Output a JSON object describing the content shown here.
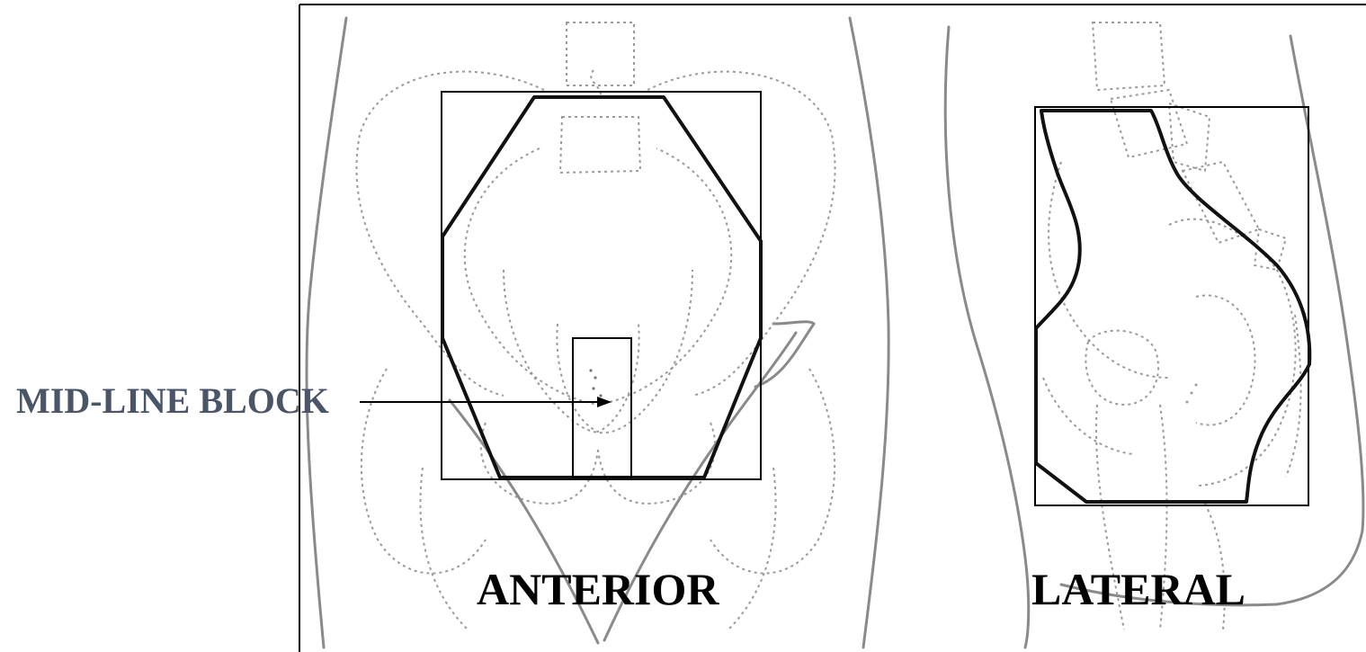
{
  "labels": {
    "midline_block": "MID-LINE BLOCK",
    "anterior": "ANTERIOR",
    "lateral": "LATERAL"
  },
  "colors": {
    "midline_label": "#4a5568",
    "view_labels": "#000000",
    "field_outline": "#111111",
    "anatomy_lines": "#8a8a8a",
    "dotted_organs": "#9a9a9a",
    "frame": "#000000"
  }
}
